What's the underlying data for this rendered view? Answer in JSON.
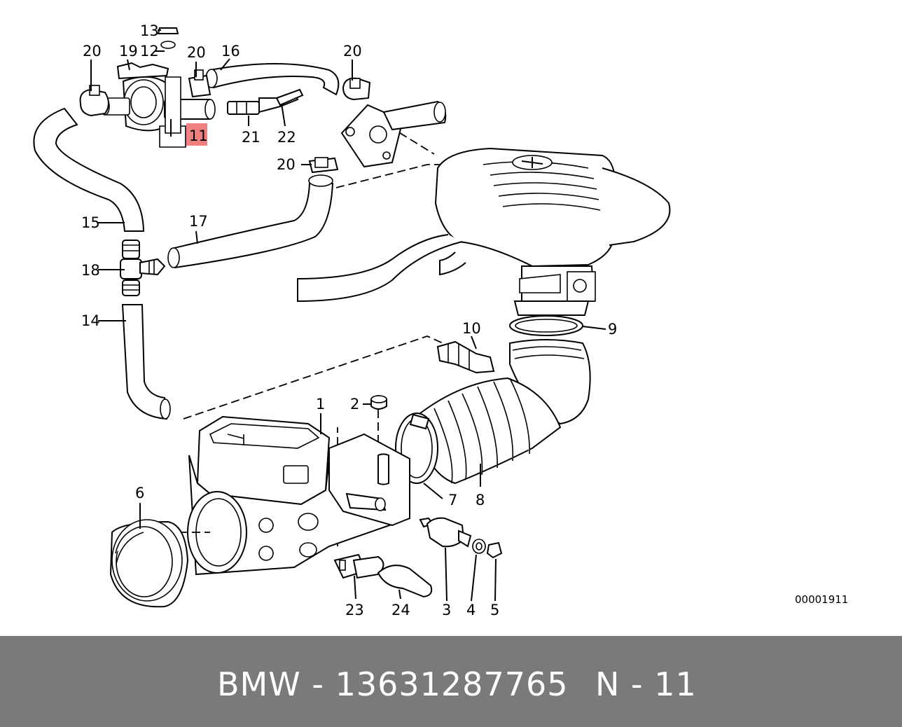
{
  "diagram": {
    "highlight_color": "#f08080",
    "labels": {
      "l1": "1",
      "l2": "2",
      "l3": "3",
      "l4": "4",
      "l5": "5",
      "l6": "6",
      "l7": "7",
      "l8": "8",
      "l9": "9",
      "l10": "10",
      "l11": "11",
      "l12": "12",
      "l13": "13",
      "l14": "14",
      "l15": "15",
      "l16": "16",
      "l17": "17",
      "l18": "18",
      "l19": "19",
      "l20a": "20",
      "l20b": "20",
      "l20c": "20",
      "l20d": "20",
      "l21": "21",
      "l22": "22",
      "l23": "23",
      "l24": "24"
    },
    "reference_code": "00001911"
  },
  "footer": {
    "part_text": "BMW - 13631287765",
    "position_text": "N - 11",
    "background": "#7a7a7a"
  }
}
